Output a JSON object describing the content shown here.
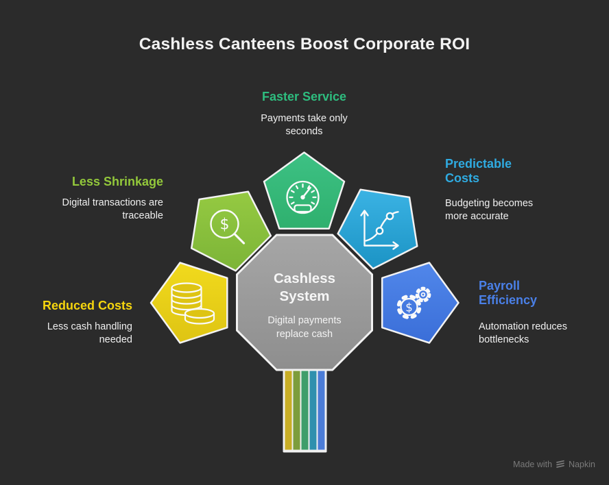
{
  "background": "#2b2b2b",
  "title": "Cashless Canteens Boost Corporate ROI",
  "center": {
    "heading": "Cashless System",
    "body": "Digital payments replace cash",
    "fill_top": "#a6a6a6",
    "fill_bottom": "#8e8e8e",
    "border": "#f2f2f2"
  },
  "benefits": [
    {
      "heading": "Faster Service",
      "body": "Payments take only seconds",
      "heading_color": "#2ebd7f",
      "fill_top": "#3dc184",
      "fill_bottom": "#2fb06e",
      "icon": "speedometer-icon"
    },
    {
      "heading": "Less Shrinkage",
      "body": "Digital transactions are traceable",
      "heading_color": "#93c83b",
      "fill_top": "#95ca42",
      "fill_bottom": "#7cb437",
      "icon": "magnifier-dollar-icon"
    },
    {
      "heading": "Predictable Costs",
      "body": "Budgeting becomes more accurate",
      "heading_color": "#2fabe1",
      "fill_top": "#3bb3e4",
      "fill_bottom": "#1b93c4",
      "icon": "growth-chart-icon"
    },
    {
      "heading": "Reduced Costs",
      "body": "Less cash handling needed",
      "heading_color": "#f5d50e",
      "fill_top": "#f1da1d",
      "fill_bottom": "#dec413",
      "icon": "coins-icon"
    },
    {
      "heading": "Payroll Efficiency",
      "body": "Automation reduces bottlenecks",
      "heading_color": "#4a80e8",
      "fill_top": "#5187ea",
      "fill_bottom": "#3a6ed8",
      "icon": "gears-icon"
    }
  ],
  "stem": {
    "frame": "#f0f0f0",
    "colors": [
      "#c9ae25",
      "#7d9d3c",
      "#3f9e6b",
      "#2f90ae",
      "#4b7cd7"
    ]
  },
  "glyphs": {
    "dollar": "$"
  },
  "credit": {
    "prefix": "Made with",
    "brand": "Napkin"
  }
}
